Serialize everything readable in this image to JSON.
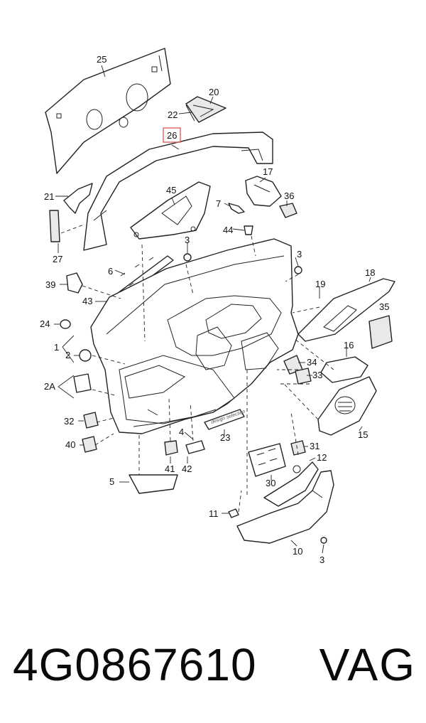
{
  "diagram": {
    "labels": [
      "25",
      "20",
      "22",
      "26",
      "17",
      "21",
      "45",
      "7",
      "36",
      "44",
      "27",
      "3",
      "6",
      "39",
      "43",
      "18",
      "19",
      "24",
      "35",
      "1",
      "2",
      "16",
      "34",
      "2A",
      "33",
      "32",
      "40",
      "4",
      "23",
      "31",
      "12",
      "41",
      "42",
      "30",
      "5",
      "15",
      "11",
      "10"
    ],
    "emblem_text": "design selection",
    "highlighted_label": "26"
  },
  "footer": {
    "part_number": "4G0867610",
    "brand": "VAG"
  }
}
